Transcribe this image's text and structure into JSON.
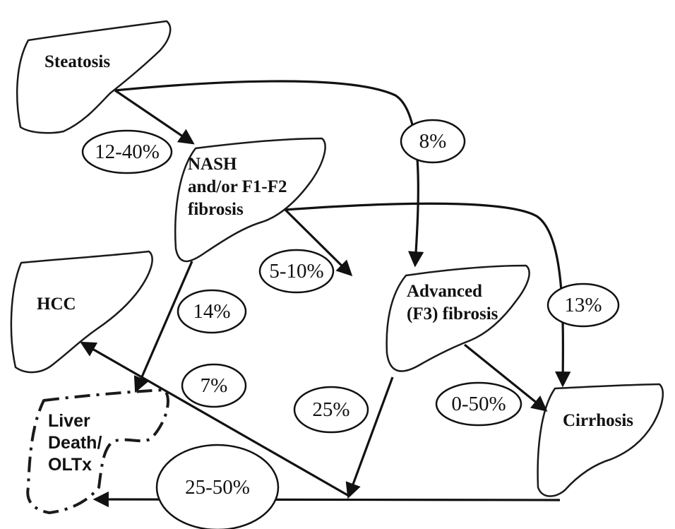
{
  "nodes": {
    "steatosis": {
      "lines": [
        "Steatosis"
      ]
    },
    "nash": {
      "lines": [
        "NASH",
        "and/or F1-F2",
        "fibrosis"
      ]
    },
    "hcc": {
      "lines": [
        "HCC"
      ]
    },
    "advanced": {
      "lines": [
        "Advanced",
        "(F3) fibrosis"
      ]
    },
    "cirrhosis": {
      "lines": [
        "Cirrhosis"
      ]
    },
    "liver_death": {
      "lines": [
        "Liver",
        "Death/",
        "OLTx"
      ]
    }
  },
  "transitions": {
    "steatosis_to_nash": "12-40%",
    "steatosis_to_advanced": "8%",
    "nash_to_advanced": "5-10%",
    "nash_to_cirrhosis": "13%",
    "nash_to_liver_death": "14%",
    "cirrhosis_to_hcc": "7%",
    "advanced_to_liver_death": "25%",
    "advanced_to_cirrhosis": "0-50%",
    "cirrhosis_to_liver_death": "25-50%"
  }
}
